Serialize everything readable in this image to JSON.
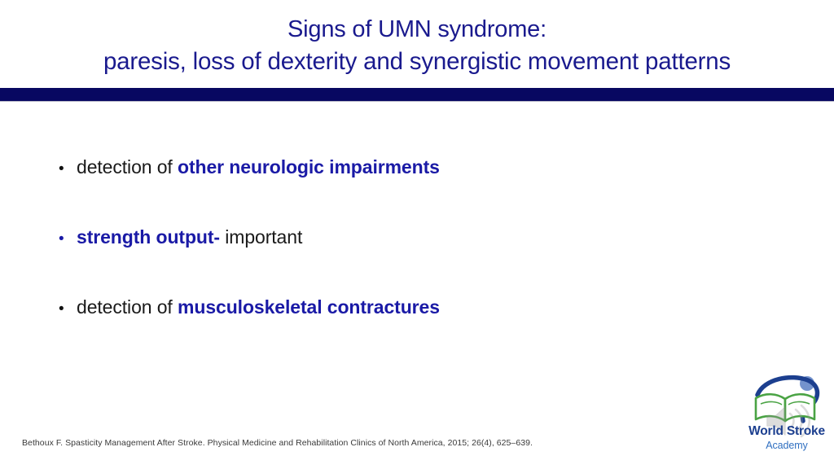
{
  "slide": {
    "background_color": "#ffffff",
    "accent_color": "#1a1aa6",
    "title_color": "#1a1a8e",
    "bar_color": "#080861",
    "title": {
      "line1": "Signs of UMN syndrome:",
      "line2": "paresis, loss of dexterity and synergistic movement patterns"
    },
    "bullets": [
      {
        "marker": "•",
        "marker_color": "#111111",
        "plain_before": "detection of ",
        "emphasis": "other neurologic impairments",
        "plain_after": ""
      },
      {
        "marker": "•",
        "marker_color": "#1a1aa6",
        "plain_before": "",
        "emphasis": "strength output-",
        "plain_after": " important"
      },
      {
        "marker": "•",
        "marker_color": "#111111",
        "plain_before": "detection of ",
        "emphasis": "musculoskeletal contractures",
        "plain_after": ""
      }
    ],
    "citation": "Bethoux F. Spasticity Management After Stroke. Physical Medicine and Rehabilitation Clinics of North America, 2015; 26(4), 625–639.",
    "logo": {
      "name": "world-stroke-academy-logo",
      "line1": "World Stroke",
      "line2": "Academy",
      "book_color": "#4aa344",
      "swoosh_color": "#1c3f8f",
      "dot_color": "#5b7fc4",
      "watermark": "speaker-icon"
    }
  }
}
